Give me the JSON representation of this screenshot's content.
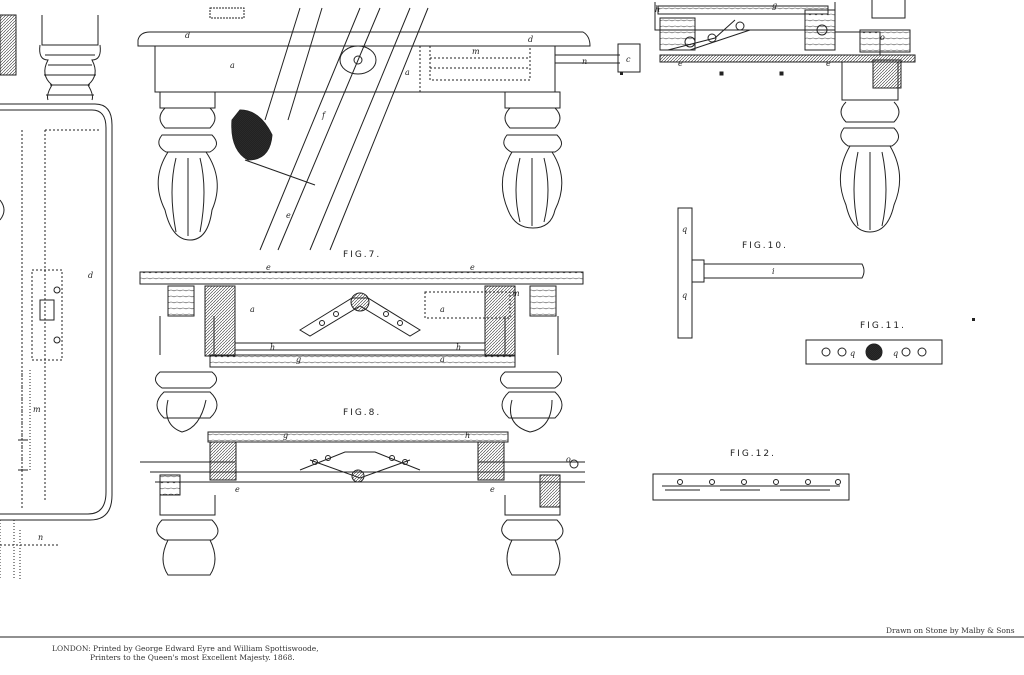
{
  "figures": {
    "fig7": "FIG.7.",
    "fig8": "FIG.8.",
    "fig10": "FIG.10.",
    "fig11": "FIG.11.",
    "fig12": "FIG.12."
  },
  "imprint": {
    "line1": "LONDON: Printed by George Edward Eyre and William Spottiswoode,",
    "line2": "Printers to the Queen's most Excellent Majesty. 1868."
  },
  "credit": "Drawn on Stone by Malby & Sons",
  "letters": {
    "a": "a",
    "c": "c",
    "d": "d",
    "e": "e",
    "f": "f",
    "g": "g",
    "h": "h",
    "i": "i",
    "m": "m",
    "n": "n",
    "o": "o",
    "q": "q"
  },
  "colors": {
    "ink": "#222222",
    "paper": "#ffffff",
    "shade": "#555555"
  }
}
